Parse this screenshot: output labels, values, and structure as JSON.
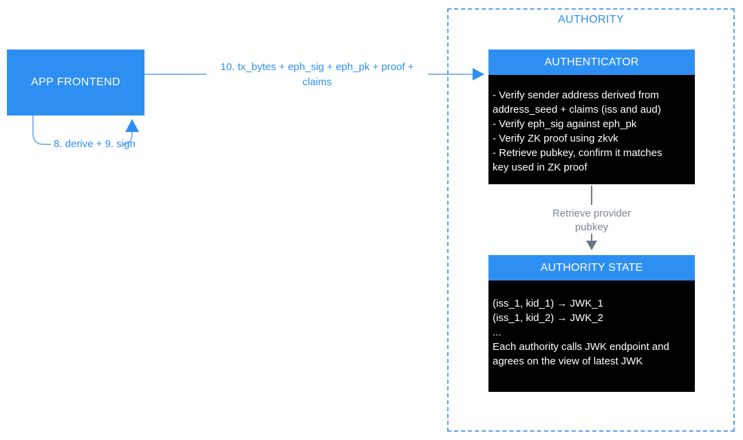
{
  "colors": {
    "primary_blue": "#2e8ff2",
    "connector_blue": "#85b8f5",
    "dashed_blue": "#5c9ff0",
    "arrow_gray": "#6e7787",
    "label_gray": "#7b8698",
    "box_black": "#000000",
    "text_white": "#ffffff",
    "canvas_bg": "#ffffff"
  },
  "nodes": {
    "app_frontend": {
      "label": "APP FRONTEND"
    },
    "authority_group": {
      "label": "AUTHORITY"
    },
    "authenticator": {
      "title": "AUTHENTICATOR",
      "body": "- Verify sender address derived from\naddress_seed + claims (iss and aud)\n- Verify eph_sig against eph_pk\n- Verify ZK proof using zkvk\n- Retrieve pubkey, confirm it matches\nkey used in ZK proof"
    },
    "authority_state": {
      "title": "AUTHORITY STATE",
      "body": "(iss_1, kid_1) → JWK_1\n(iss_1, kid_2) → JWK_2\n...\nEach authority calls JWK endpoint and\nagrees on the view of latest JWK"
    }
  },
  "edges": {
    "tx_flow": {
      "label": "10. tx_bytes + eph_sig + eph_pk + proof +\nclaims",
      "from": "app_frontend",
      "to": "authenticator"
    },
    "derive_sign_loop": {
      "label": "8. derive + 9. sign",
      "from": "app_frontend",
      "to": "app_frontend"
    },
    "retrieve_pubkey": {
      "label": "Retrieve provider\npubkey",
      "from": "authenticator",
      "to": "authority_state"
    }
  }
}
